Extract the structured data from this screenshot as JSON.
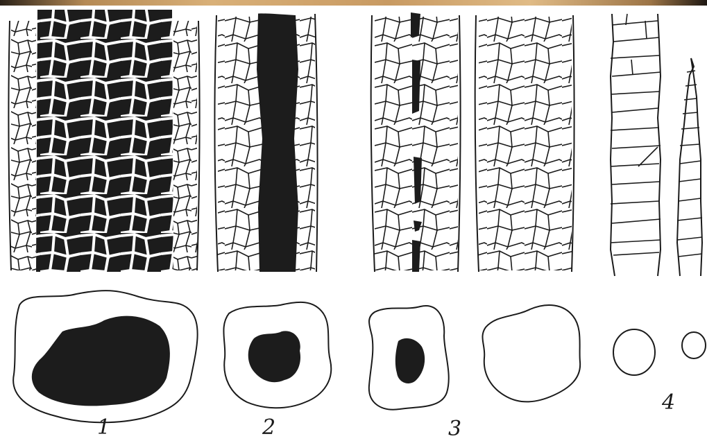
{
  "figure": {
    "labels": [
      "1",
      "2",
      "3",
      "4"
    ],
    "colors": {
      "ink": "#1a1a1a",
      "paper": "#ffffff",
      "medulla": "#1c1c1c"
    }
  }
}
